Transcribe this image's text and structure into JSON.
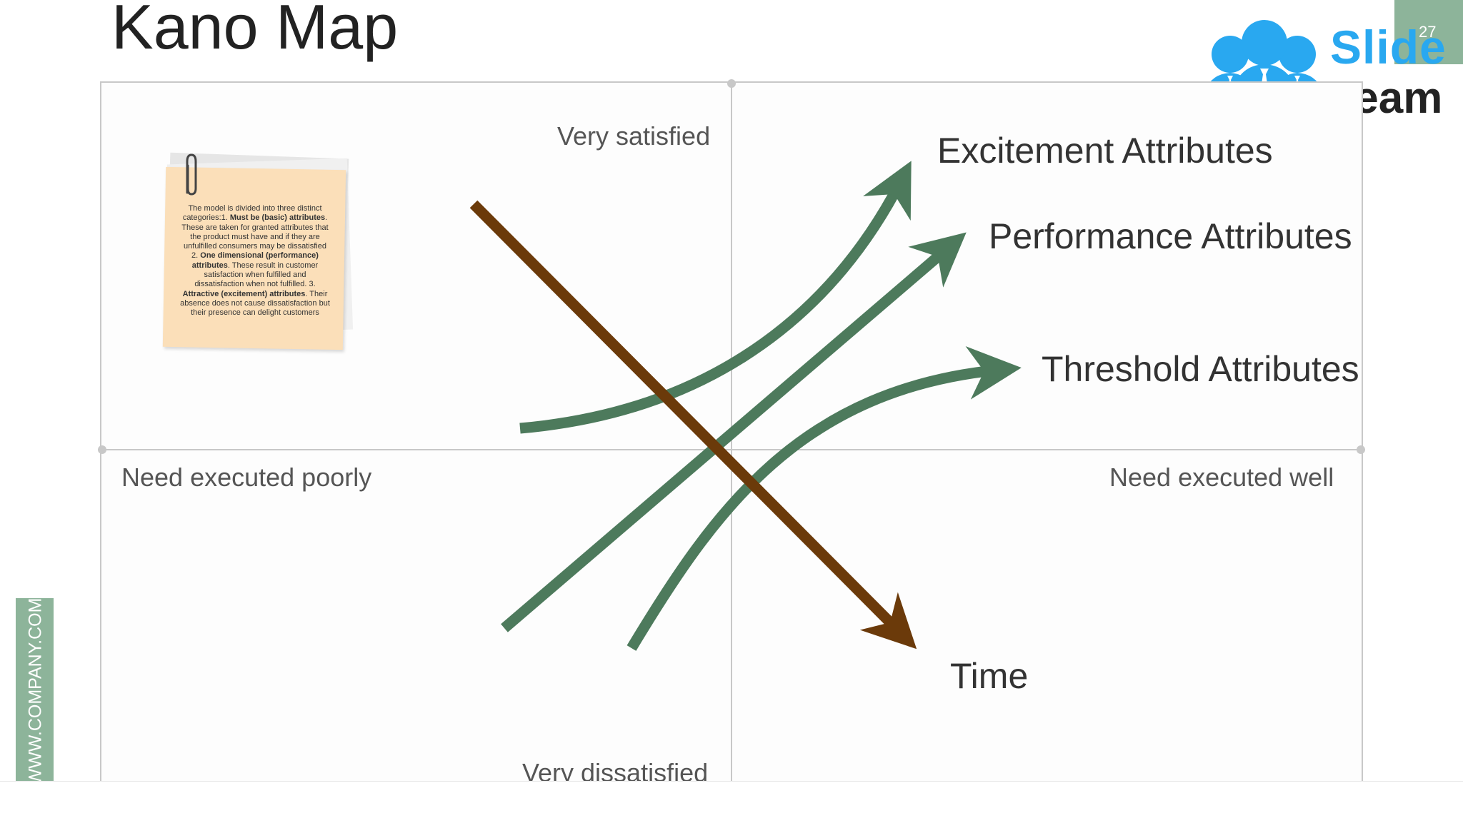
{
  "slide": {
    "title": "Kano Map",
    "page_number": "27",
    "website": "WWW.COMPANY.COM",
    "logo": {
      "word1": "Slide",
      "word2": "Team",
      "icon": "people-group-icon",
      "color": "#29a8f0"
    },
    "accent_color": "#8db49a"
  },
  "diagram": {
    "axis_labels": {
      "top": "Very satisfied",
      "bottom": "Very dissatisfied",
      "left": "Need executed poorly",
      "right": "Need executed well"
    },
    "curves": [
      {
        "label": "Excitement Attributes",
        "color": "#4d7a5c"
      },
      {
        "label": "Performance Attributes",
        "color": "#4d7a5c"
      },
      {
        "label": "Threshold Attributes",
        "color": "#4d7a5c"
      },
      {
        "label": "Time",
        "color": "#6b3a0a"
      }
    ],
    "note": {
      "text_parts": [
        {
          "t": "The model is divided into three distinct categories:1. ",
          "bold": false
        },
        {
          "t": "Must be (basic) attributes",
          "bold": true
        },
        {
          "t": ". These are taken for granted attributes that the product must have and if they are unfulfilled consumers may be dissatisfied 2. ",
          "bold": false
        },
        {
          "t": "One dimensional (performance) attributes",
          "bold": true
        },
        {
          "t": ".  These result in customer satisfaction when fulfilled and dissatisfaction when not fulfilled. 3. ",
          "bold": false
        },
        {
          "t": "Attractive (excitement) attributes",
          "bold": true
        },
        {
          "t": ". Their absence does not cause dissatisfaction but their presence can delight customers",
          "bold": false
        }
      ],
      "color": "#fbdfb9",
      "icon": "paperclip-icon"
    }
  }
}
